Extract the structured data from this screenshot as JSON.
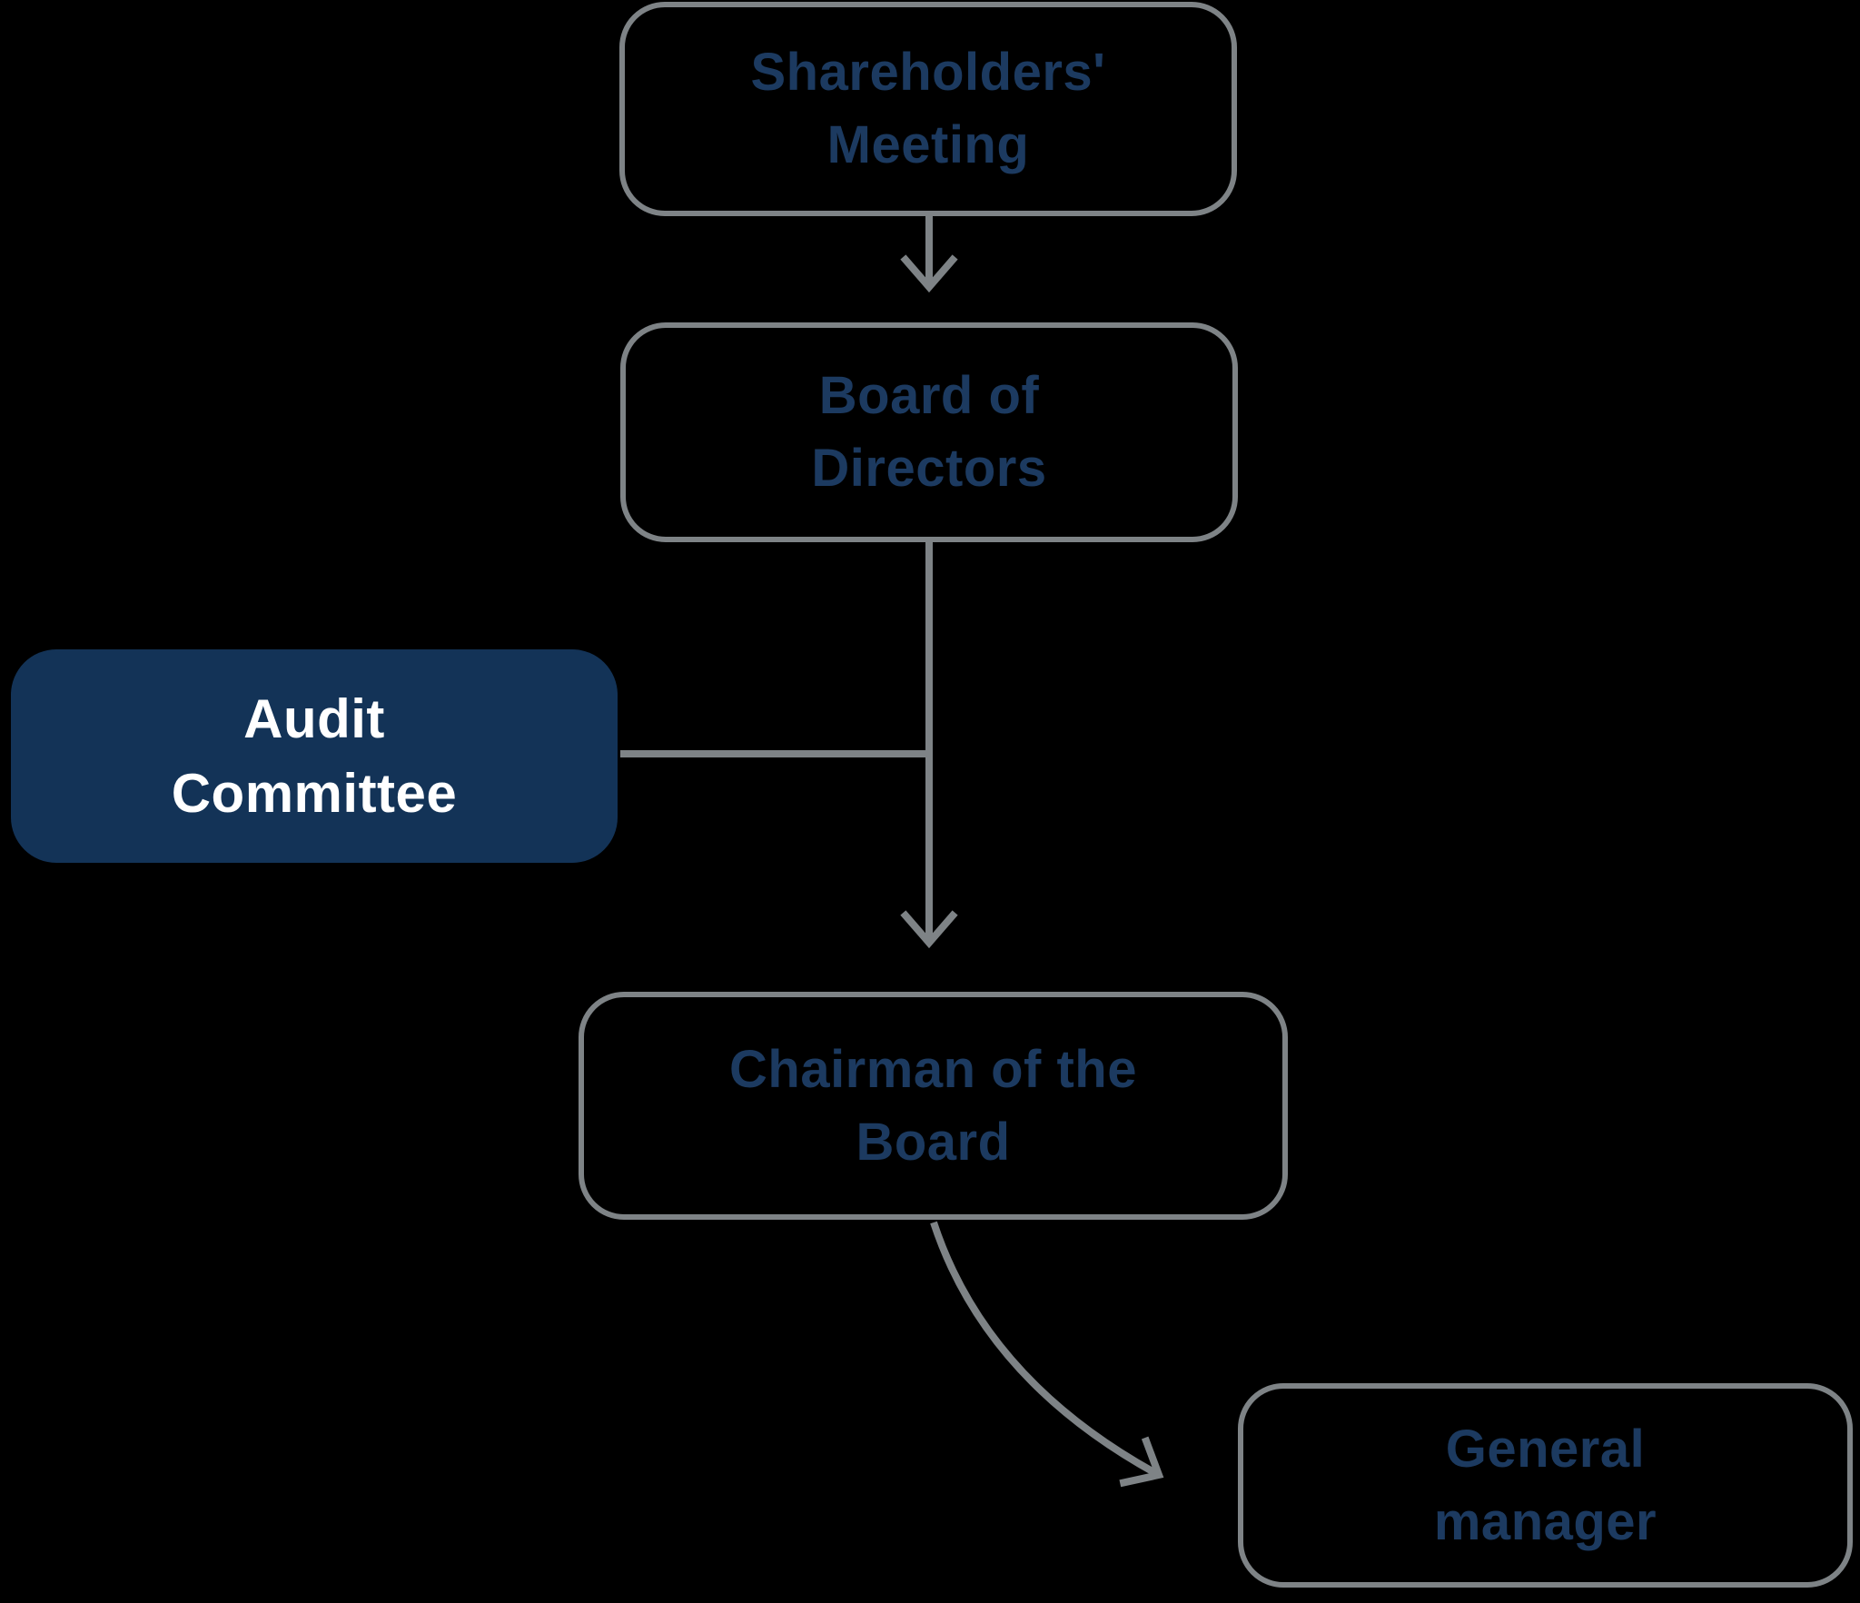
{
  "diagram": {
    "type": "org-chart",
    "background_color": "#000000",
    "connector_color": "#7e8386",
    "box_border_color": "#7e8386",
    "box_text_color": "#1c3a60",
    "highlight_box_fill": "#133357",
    "highlight_box_text_color": "#ffffff",
    "nodes": {
      "shareholders_meeting": {
        "label": "Shareholders'\nMeeting",
        "style": "outlined"
      },
      "board_of_directors": {
        "label": "Board of\nDirectors",
        "style": "outlined"
      },
      "audit_committee": {
        "label": "Audit\nCommittee",
        "style": "filled"
      },
      "chairman_of_the_board": {
        "label": "Chairman of the\nBoard",
        "style": "outlined"
      },
      "general_manager": {
        "label": "General\nmanager",
        "style": "outlined"
      }
    },
    "edges": [
      {
        "from": "shareholders_meeting",
        "to": "board_of_directors",
        "shape": "straight-down",
        "arrowhead": "open-chevron"
      },
      {
        "from": "board_of_directors",
        "to": "chairman_of_the_board",
        "shape": "straight-down",
        "arrowhead": "open-chevron"
      },
      {
        "from": "audit_committee",
        "to": "board_of_directors-chairman_of_the_board-connector",
        "shape": "horizontal",
        "arrowhead": "none"
      },
      {
        "from": "chairman_of_the_board",
        "to": "general_manager",
        "shape": "curved-down-right",
        "arrowhead": "open-chevron"
      }
    ]
  }
}
